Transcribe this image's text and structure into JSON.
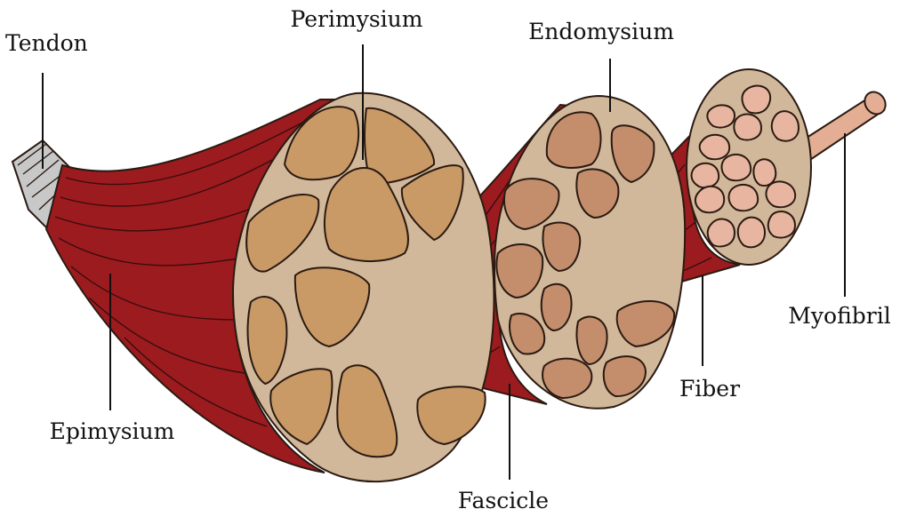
{
  "labels": {
    "tendon": "Tendon",
    "perimysium": "Perimysium",
    "endomysium": "Endomysium",
    "epimysium": "Epimysium",
    "fascicle": "Fascicle",
    "fiber": "Fiber",
    "myofibril": "Myofibril"
  },
  "colors": {
    "muscle": "#9b1b1f",
    "muscle_dark": "#6e1115",
    "connective": "#d2b89a",
    "fascicle_cut": "#c99a66",
    "endomysium_cut": "#c48d6c",
    "fiber_cut": "#e8b6a0",
    "myofibril": "#e3ae93",
    "tendon": "#c8c8c8"
  }
}
